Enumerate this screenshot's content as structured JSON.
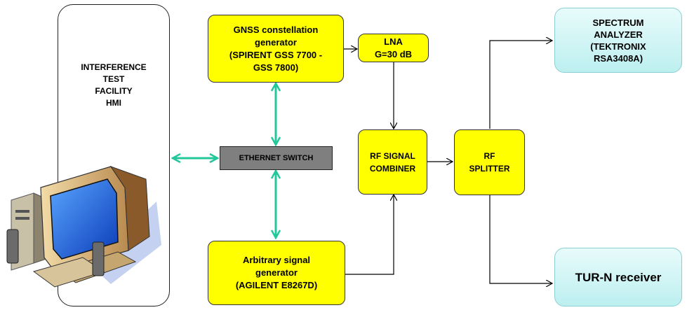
{
  "hmi": {
    "label": "INTERFERENCE\nTEST\nFACILITY\nHMI"
  },
  "gnss_generator": {
    "label": "GNSS  constellation\ngenerator\n(SPIRENT  GSS 7700 -\nGSS 7800)"
  },
  "lna": {
    "label": "LNA\nG=30 dB"
  },
  "ethernet_switch": {
    "label": "ETHERNET SWITCH"
  },
  "arbitrary_generator": {
    "label": "Arbitrary signal\ngenerator\n(AGILENT  E8267D)"
  },
  "combiner": {
    "label": "RF SIGNAL\nCOMBINER"
  },
  "splitter": {
    "label": "RF\nSPLITTER"
  },
  "spectrum_analyzer": {
    "label": "SPECTRUM\nANALYZER\n(TEKTRONIX\nRSA3408A)"
  },
  "receiver": {
    "label": "TUR-N receiver"
  },
  "colors": {
    "block_fill": "#ffff00",
    "instrument_fill": "#bdeff0",
    "switch_fill": "#7f7f7f",
    "ethernet_link": "#22c79a",
    "rf_link": "#000000"
  },
  "icons": {
    "hmi": "desktop-computer-icon"
  }
}
